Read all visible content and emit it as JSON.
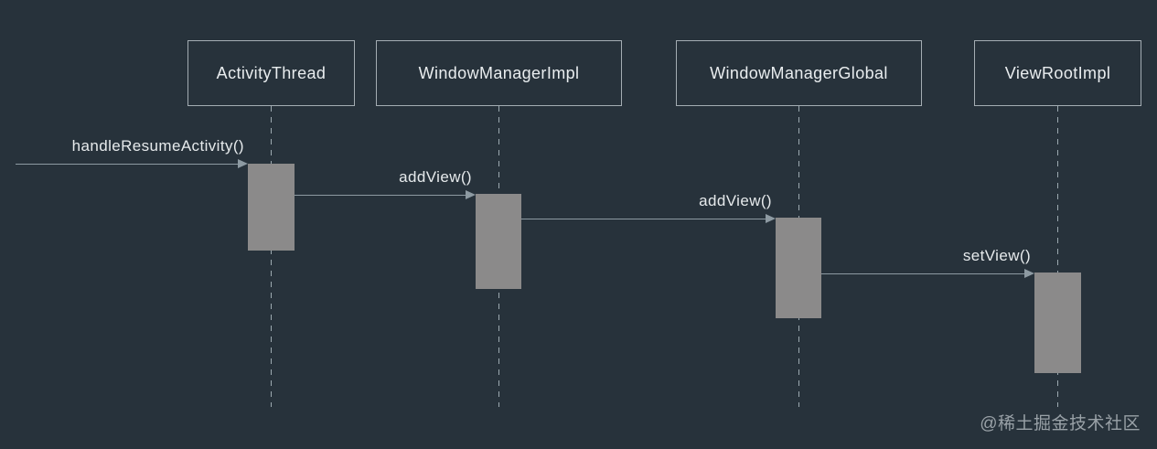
{
  "diagram": {
    "type": "sequence-diagram",
    "participants": [
      {
        "label": "ActivityThread"
      },
      {
        "label": "WindowManagerImpl"
      },
      {
        "label": "WindowManagerGlobal"
      },
      {
        "label": "ViewRootImpl"
      }
    ],
    "messages": [
      {
        "label": "handleResumeActivity()",
        "from": "external",
        "to": "ActivityThread"
      },
      {
        "label": "addView()",
        "from": "ActivityThread",
        "to": "WindowManagerImpl"
      },
      {
        "label": "addView()",
        "from": "WindowManagerImpl",
        "to": "WindowManagerGlobal"
      },
      {
        "label": "setView()",
        "from": "WindowManagerGlobal",
        "to": "ViewRootImpl"
      }
    ],
    "watermark": "@稀土掘金技术社区",
    "colors": {
      "background": "#27323b",
      "box_border": "#a4adb3",
      "text": "#e9edef",
      "arrow_line": "#8d9aa2",
      "activation_fill": "#8b8a8a",
      "lifeline": "#9daab1",
      "watermark": "#99a1a7"
    }
  }
}
